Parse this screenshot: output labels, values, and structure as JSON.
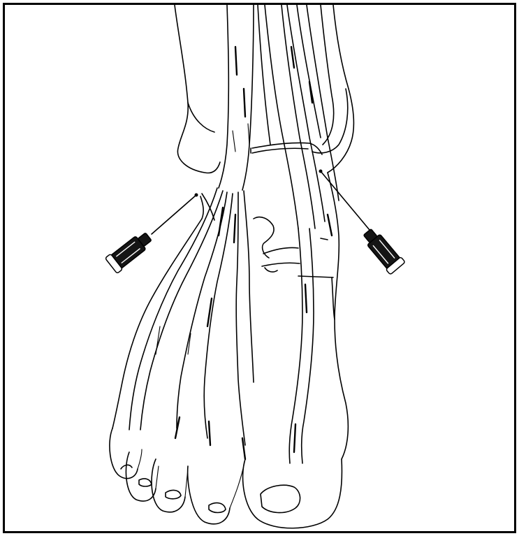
{
  "figure": {
    "subject": "anterior-ankle-foot-injection",
    "colors": {
      "ink": "#000000",
      "paper": "#ffffff",
      "hub": "#151515"
    },
    "needles": [
      {
        "side": "medial",
        "icon": "syringe-needle-icon"
      },
      {
        "side": "lateral",
        "icon": "syringe-needle-icon"
      }
    ]
  }
}
